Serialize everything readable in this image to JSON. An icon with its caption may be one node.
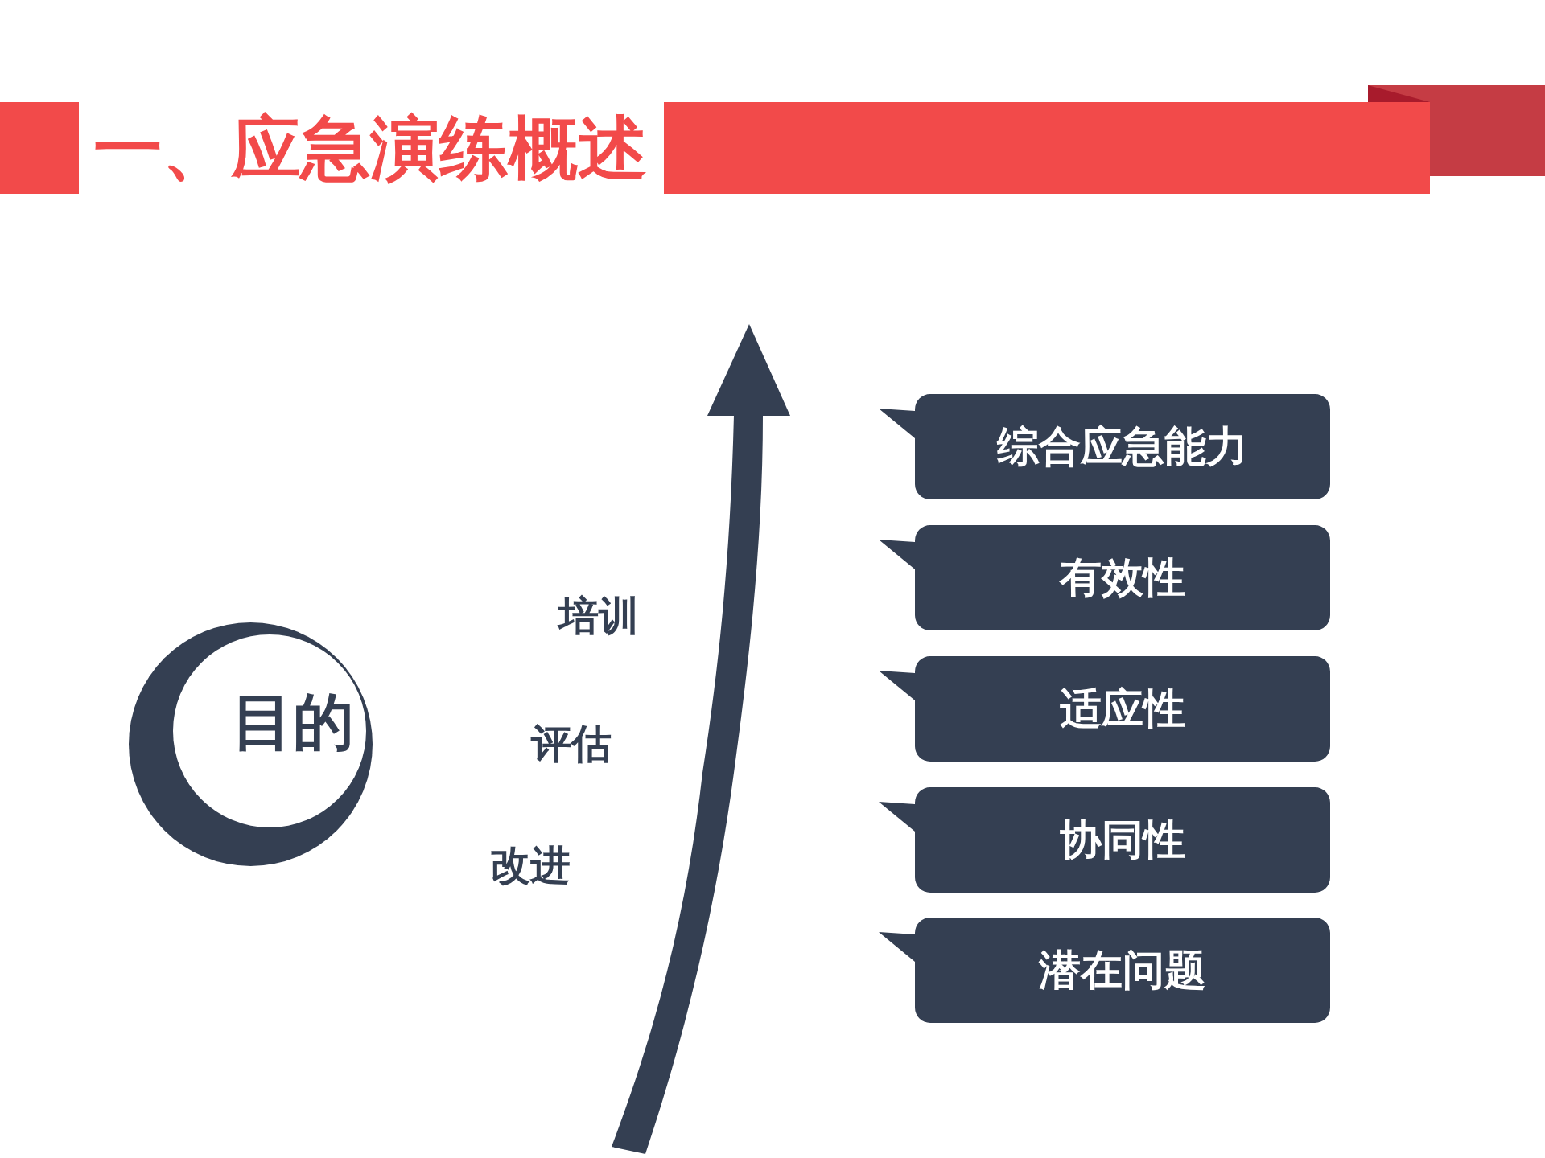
{
  "diagram": {
    "title": "一、应急演练概述",
    "nodes": [
      {
        "text": [
          "目的"
        ]
      },
      {
        "text": [
          "综合应急能力"
        ]
      },
      {
        "text": [
          "有效性"
        ]
      },
      {
        "text": [
          "适应性"
        ]
      },
      {
        "text": [
          "协同性"
        ]
      },
      {
        "text": [
          "潜在问题"
        ]
      }
    ],
    "labels": [
      "培训",
      "评估",
      "改进"
    ]
  }
}
